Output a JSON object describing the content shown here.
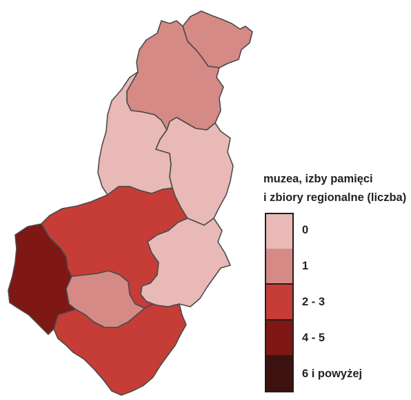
{
  "legend": {
    "title_line1": "muzea, izby pamięci",
    "title_line2": "i zbiory regionalne (liczba)",
    "classes": [
      {
        "label": "0",
        "color": "#e8b9b6"
      },
      {
        "label": "1",
        "color": "#d58a85"
      },
      {
        "label": "2 - 3",
        "color": "#c63d37"
      },
      {
        "label": "4 - 5",
        "color": "#7f1714"
      },
      {
        "label": "6 i powyżej",
        "color": "#3e1111"
      }
    ]
  },
  "regions": [
    {
      "id": "north-east",
      "class": 1
    },
    {
      "id": "north-west",
      "class": 1
    },
    {
      "id": "upper-west-middle",
      "class": 0
    },
    {
      "id": "upper-east-middle",
      "class": 0
    },
    {
      "id": "center-large",
      "class": 2
    },
    {
      "id": "lower-east-middle",
      "class": 0
    },
    {
      "id": "far-west",
      "class": 3
    },
    {
      "id": "center-small",
      "class": 1
    },
    {
      "id": "south",
      "class": 2
    }
  ]
}
